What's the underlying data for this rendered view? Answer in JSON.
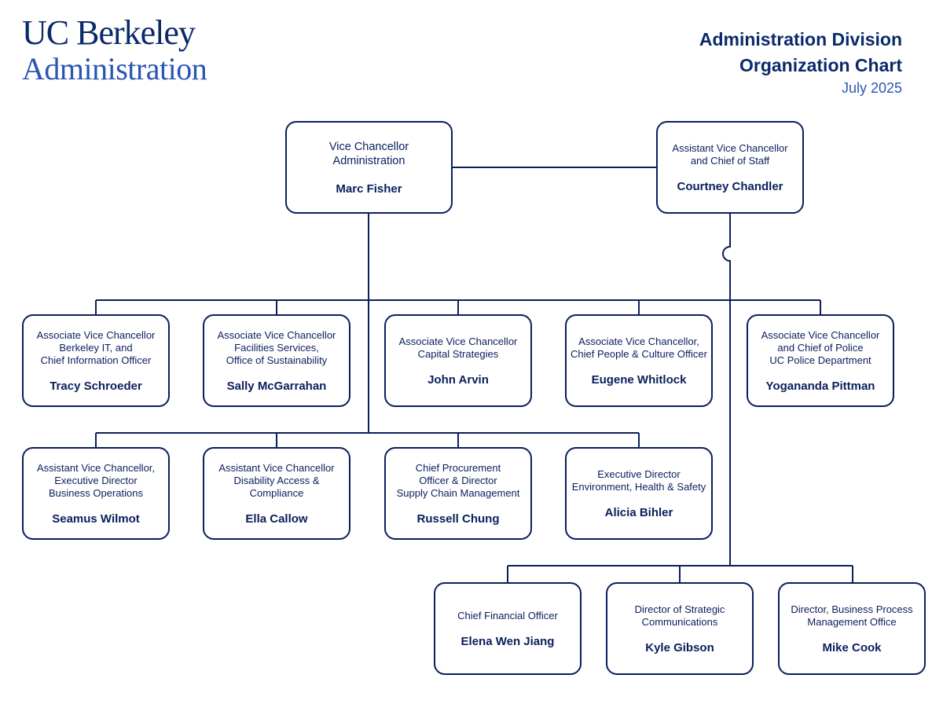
{
  "header": {
    "logo_line1": "UC Berkeley",
    "logo_line2": "Administration",
    "title_line1": "Administration Division",
    "title_line2": "Organization Chart",
    "date": "July 2025"
  },
  "colors": {
    "navy": "#0a1f5c",
    "accent_blue": "#2a56b3"
  },
  "org": {
    "vc": {
      "role": [
        "Vice Chancellor",
        "Administration"
      ],
      "name": "Marc Fisher"
    },
    "avc_cos": {
      "role": [
        "Assistant Vice Chancellor",
        "and Chief of Staff"
      ],
      "name": "Courtney Chandler"
    },
    "row1": [
      {
        "role": [
          "Associate Vice Chancellor",
          "Berkeley IT, and",
          "Chief Information Officer"
        ],
        "name": "Tracy Schroeder"
      },
      {
        "role": [
          "Associate Vice Chancellor",
          "Facilities Services,",
          "Office of Sustainability"
        ],
        "name": "Sally McGarrahan"
      },
      {
        "role": [
          "Associate Vice Chancellor",
          "Capital Strategies"
        ],
        "name": "John Arvin"
      },
      {
        "role": [
          "Associate Vice Chancellor,",
          "Chief People & Culture Officer"
        ],
        "name": "Eugene Whitlock"
      },
      {
        "role": [
          "Associate Vice Chancellor",
          "and Chief of Police",
          "UC Police Department"
        ],
        "name": "Yogananda Pittman"
      }
    ],
    "row2": [
      {
        "role": [
          "Assistant Vice Chancellor,",
          "Executive Director",
          "Business Operations"
        ],
        "name": "Seamus Wilmot"
      },
      {
        "role": [
          "Assistant Vice Chancellor",
          "Disability Access &",
          "Compliance"
        ],
        "name": "Ella Callow"
      },
      {
        "role": [
          "Chief Procurement",
          "Officer & Director",
          "Supply Chain Management"
        ],
        "name": "Russell Chung"
      },
      {
        "role": [
          "Executive Director",
          "Environment, Health & Safety"
        ],
        "name": "Alicia Bihler"
      }
    ],
    "row3": [
      {
        "role": [
          "Chief Financial Officer"
        ],
        "name": "Elena Wen Jiang"
      },
      {
        "role": [
          "Director of Strategic",
          "Communications"
        ],
        "name": "Kyle Gibson"
      },
      {
        "role": [
          "Director, Business Process",
          "Management Office"
        ],
        "name": "Mike Cook"
      }
    ]
  }
}
